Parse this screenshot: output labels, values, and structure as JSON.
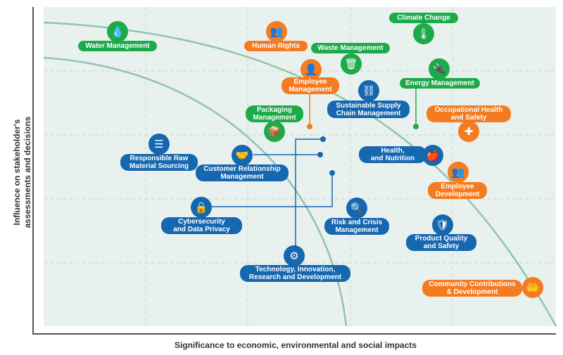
{
  "axes": {
    "x_title": "Significance to economic, environmental and social impacts",
    "y_title_line1": "Influence on stakeholder's",
    "y_title_line2": "assessments and decisions"
  },
  "topics": {
    "water": {
      "label": "Water Management",
      "category": "environment",
      "icon": "water-drop-icon"
    },
    "human_rights": {
      "label": "Human Rights",
      "category": "social",
      "icon": "people-group-icon"
    },
    "waste": {
      "label": "Waste Management",
      "category": "environment",
      "icon": "trash-bin-icon"
    },
    "climate": {
      "label": "Climate Change",
      "category": "environment",
      "icon": "thermometer-icon"
    },
    "energy": {
      "label": "Energy Management",
      "category": "environment",
      "icon": "leaf-plug-icon"
    },
    "employee_mgmt": {
      "label1": "Employee",
      "label2": "Management",
      "category": "social",
      "icon": "employee-icon"
    },
    "supply_chain": {
      "label1": "Sustainable Supply",
      "label2": "Chain Management",
      "category": "governance",
      "icon": "supply-chain-icon"
    },
    "packaging": {
      "label1": "Packaging",
      "label2": "Management",
      "category": "environment",
      "icon": "box-icon"
    },
    "ohs": {
      "label1": "Occupational Health",
      "label2": "and Safety",
      "category": "social",
      "icon": "first-aid-icon"
    },
    "raw_material": {
      "label1": "Responsible Raw",
      "label2": "Material Sourcing",
      "category": "governance",
      "icon": "stack-icon"
    },
    "crm": {
      "label1": "Customer Relationship",
      "label2": "Management",
      "category": "governance",
      "icon": "handshake-icon"
    },
    "health": {
      "label1": "Health,",
      "label2": "and Nutrition",
      "category": "governance",
      "icon": "apple-icon"
    },
    "employee_dev": {
      "label1": "Employee",
      "label2": "Development",
      "category": "social",
      "icon": "people-growth-icon"
    },
    "cyber": {
      "label1": "Cybersecurity",
      "label2": "and Data Privacy",
      "category": "governance",
      "icon": "lock-icon"
    },
    "risk": {
      "label1": "Risk and Crisis",
      "label2": "Management",
      "category": "governance",
      "icon": "magnifier-icon"
    },
    "product_quality": {
      "label1": "Product Quality",
      "label2": "and Safety",
      "category": "governance",
      "icon": "shield-check-icon"
    },
    "technology": {
      "label1": "Technology, Innovation,",
      "label2": "Research and Development",
      "category": "governance",
      "icon": "gear-brain-icon"
    },
    "community": {
      "label1": "Community Contributions",
      "label2": "& Development",
      "category": "social",
      "icon": "community-icon"
    }
  },
  "colors": {
    "environment": "#1daa4a",
    "social": "#f47b20",
    "governance": "#1567b0",
    "threshold_curve": "#8fc4b0",
    "plot_background": "#e9f1ee"
  }
}
